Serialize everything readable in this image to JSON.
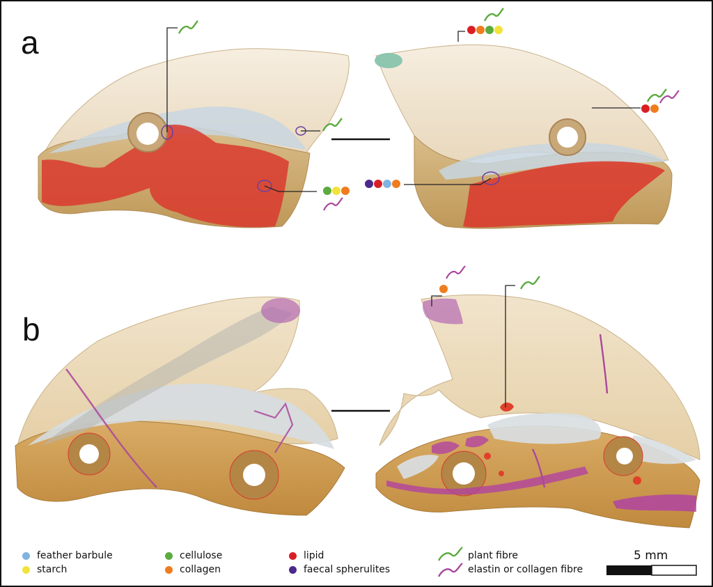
{
  "panels": {
    "a": "a",
    "b": "b"
  },
  "colors": {
    "feather_barbule": "#7fb4e0",
    "starch": "#f2e33a",
    "cellulose": "#5cab3f",
    "collagen": "#ef7c1e",
    "lipid": "#d91f26",
    "faecal_spherulites": "#4b2a8c",
    "plant_fibre": "#5cab3f",
    "elastin_or_collagen_fibre": "#a9489c"
  },
  "legend": {
    "feather_barbule": "feather barbule",
    "starch": "starch",
    "cellulose": "cellulose",
    "collagen": "collagen",
    "lipid": "lipid",
    "faecal_spherulites": "faecal spherulites",
    "plant_fibre": "plant fibre",
    "elastin_or_collagen_fibre": "elastin or collagen fibre"
  },
  "scale_bar": {
    "label": "5 mm"
  }
}
